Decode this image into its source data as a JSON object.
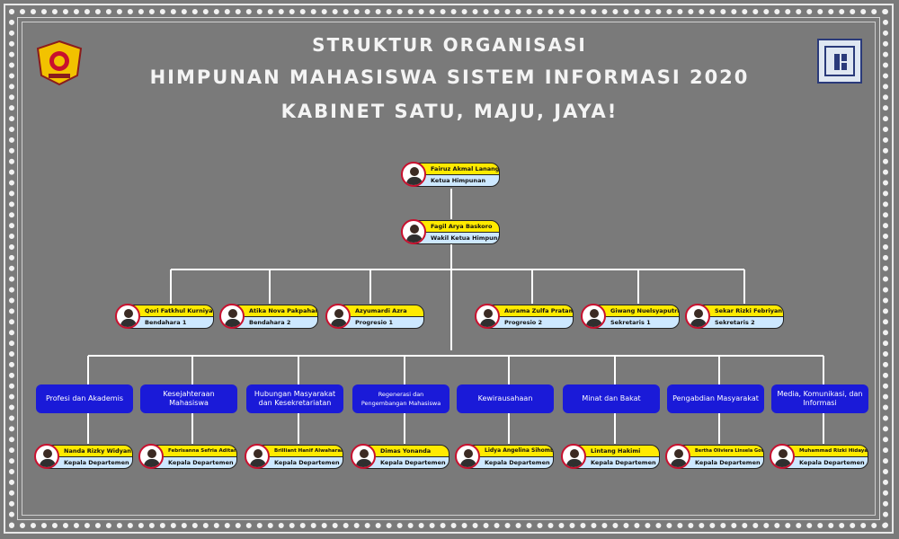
{
  "title": {
    "line1": "STRUKTUR ORGANISASI",
    "line2": "HIMPUNAN MAHASISWA SISTEM INFORMASI 2020",
    "line3": "KABINET SATU, MAJU, JAYA!"
  },
  "colors": {
    "background": "#7a7a7a",
    "name_box": "#ffea00",
    "role_box": "#cde8ff",
    "department_box": "#1a1ad8",
    "avatar_ring": "#c8102e",
    "connector": "#ffffff"
  },
  "logos": {
    "left": "university-crest-icon",
    "right": "si-logo-icon"
  },
  "leaders": {
    "ketua": {
      "name": "Fairuz Akmal Lanang",
      "role": "Ketua Himpunan"
    },
    "wakil": {
      "name": "Fagil Arya Baskoro",
      "role": "Wakil Ketua Himpunan"
    }
  },
  "staff": [
    {
      "name": "Qori Fatkhul Kurniyadi",
      "role": "Bendahara 1"
    },
    {
      "name": "Atika Nova Pakpahan",
      "role": "Bendahara 2"
    },
    {
      "name": "Azyumardi Azra",
      "role": "Progresio 1"
    },
    {
      "name": "Aurama Zulfa Pratama",
      "role": "Progresio 2"
    },
    {
      "name": "Giwang Nuelsyaputri",
      "role": "Sekretaris 1"
    },
    {
      "name": "Sekar Rizki Febriyanti",
      "role": "Sekretaris 2"
    }
  ],
  "departments": [
    {
      "name": "Profesi dan Akademis",
      "head": "Nanda Rizky Widyanto",
      "role": "Kepala Departemen"
    },
    {
      "name": "Kesejahteraan Mahasiswa",
      "head": "Febrisanna Sefria Aditama",
      "role": "Kepala Departemen"
    },
    {
      "name": "Hubungan Masyarakat dan Kesekretariatan",
      "head": "Brilliant Hanif Alwaharak",
      "role": "Kepala Departemen"
    },
    {
      "name": "Regenerasi dan Pengembangan Mahasiswa",
      "head": "Dimas Yonanda",
      "role": "Kepala Departemen"
    },
    {
      "name": "Kewirausahaan",
      "head": "Lidya Angelina Sihombing",
      "role": "Kepala Departemen"
    },
    {
      "name": "Minat dan Bakat",
      "head": "Lintang Hakimi",
      "role": "Kepala Departemen"
    },
    {
      "name": "Pengabdian Masyarakat",
      "head": "Bertha Oliviera Linsela Gowasa",
      "role": "Kepala Departemen"
    },
    {
      "name": "Media, Komunikasi, dan Informasi",
      "head": "Muhammad Rizki Hidayat",
      "role": "Kepala Departemen"
    }
  ]
}
